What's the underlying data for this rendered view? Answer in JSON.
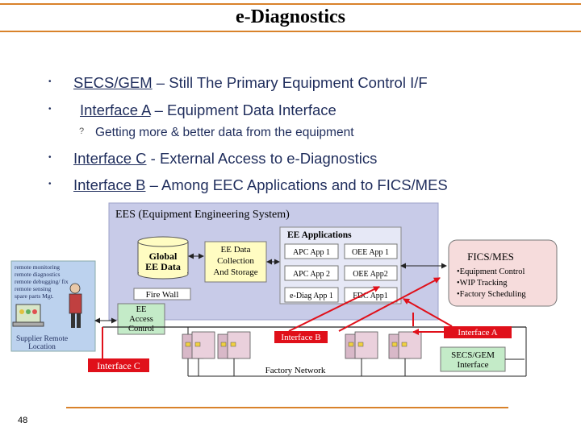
{
  "title": "e-Diagnostics",
  "bullets": [
    {
      "marker": "•",
      "underlined": "SECS/GEM",
      "rest": " – Still The Primary Equipment Control I/F"
    },
    {
      "marker": "•",
      "underlined": "Interface A",
      "rest": " – Equipment Data Interface"
    },
    {
      "marker": "•",
      "underlined": "Interface C",
      "rest": " - External Access to e-Diagnostics"
    },
    {
      "marker": "•",
      "underlined": "Interface B",
      "rest": " – Among EEC Applications and to FICS/MES"
    }
  ],
  "sub_bullet": {
    "marker": "?",
    "text": "Getting more & better data from the equipment"
  },
  "diagram": {
    "ees_title": "EES (Equipment Engineering System)",
    "global_ee_data": [
      "Global",
      "EE Data"
    ],
    "ee_data_collection": [
      "EE Data",
      "Collection",
      "And Storage"
    ],
    "ee_applications_title": "EE Applications",
    "apps": [
      "APC App 1",
      "OEE App 1",
      "APC App 2",
      "OEE App2",
      "e-Diag App 1",
      "FDC App1"
    ],
    "fire_wall": "Fire Wall",
    "ee_access_control": [
      "EE",
      "Access",
      "Control"
    ],
    "remote_list": [
      "remote monitoring",
      "remote diagnostics",
      "remote debugging/ fix",
      "remote sensing",
      "spare parts Mgt."
    ],
    "supplier_location": [
      "Supplier Remote",
      "Location"
    ],
    "fics_title": "FICS/MES",
    "fics_items": [
      "•Equipment Control",
      "•WIP Tracking",
      "•Factory Scheduling"
    ],
    "interface_a": "Interface A",
    "interface_b": "Interface B",
    "interface_c": "Interface C",
    "secs_gem": [
      "SECS/GEM",
      "Interface"
    ],
    "factory_network": "Factory Network"
  },
  "page_number": "48",
  "colors": {
    "accent_orange": "#d9822b",
    "ees_panel": "#c8cbe8",
    "red_arrow": "#e0101a",
    "fics_fill": "#f6dcdc",
    "secs_fill": "#c4ebc8",
    "ee_data_fill": "#fffcc2",
    "text_blue": "#1f2d5c"
  }
}
